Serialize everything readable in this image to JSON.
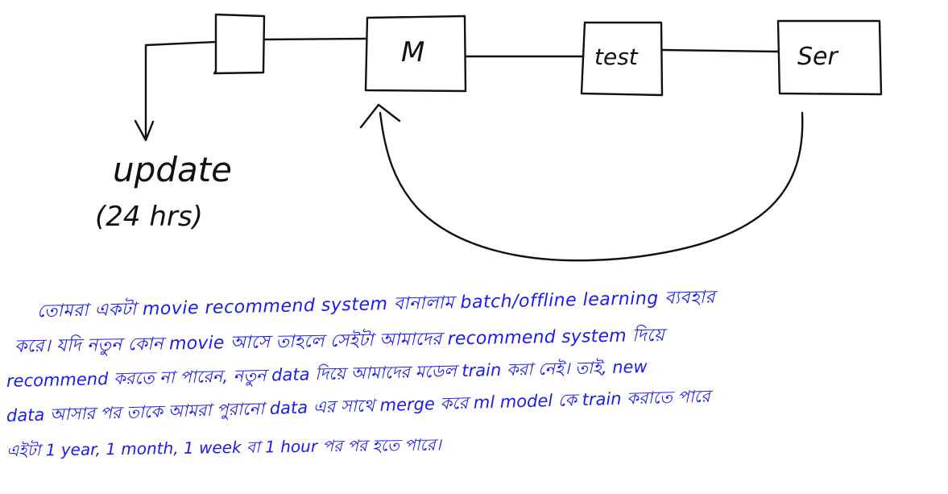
{
  "diagram": {
    "boxes": [
      {
        "id": "data",
        "label": ""
      },
      {
        "id": "model",
        "label": "M"
      },
      {
        "id": "test",
        "label": "test"
      },
      {
        "id": "server",
        "label": "Ser"
      }
    ],
    "update_label": "update",
    "interval_label": "(24 hrs)"
  },
  "colors": {
    "diagram_ink": "#111111",
    "note_ink": "#1b1bf0",
    "background": "#ffffff"
  },
  "note": {
    "lines": [
      "তোমরা একটা movie recommend system বানালাম batch/offline learning ব্যবহার",
      "করে। যদি নতুন কোন movie আসে তাহলে সেইটা আমাদের recommend system দিয়ে",
      "recommend করতে না পারেন, নতুন data দিয়ে আমাদের মডেল train করা নেই। তাই, new",
      "data আসার পর তাকে আমরা পুরানো data এর সাথে merge করে ml model কে train করাতে পারে",
      "এইটা 1 year, 1 month, 1 week বা 1 hour পর পর হতে পারে।"
    ]
  }
}
